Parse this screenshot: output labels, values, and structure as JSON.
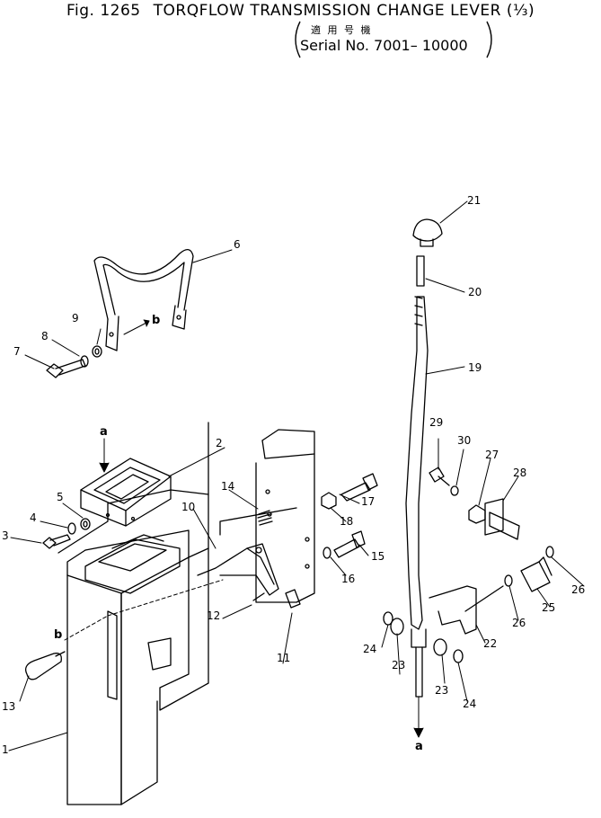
{
  "header": {
    "fig_no": "Fig. 1265",
    "title": "TORQFLOW TRANSMISSION CHANGE LEVER (⅓)",
    "applicable_label": "適 用 号 機",
    "serial": "Serial No. 7001– 10000"
  },
  "callouts": [
    {
      "id": "c1",
      "text": "1"
    },
    {
      "id": "c2",
      "text": "2"
    },
    {
      "id": "c3",
      "text": "3"
    },
    {
      "id": "c4",
      "text": "4"
    },
    {
      "id": "c5",
      "text": "5"
    },
    {
      "id": "c6",
      "text": "6"
    },
    {
      "id": "c7",
      "text": "7"
    },
    {
      "id": "c8",
      "text": "8"
    },
    {
      "id": "c9",
      "text": "9"
    },
    {
      "id": "c10",
      "text": "10"
    },
    {
      "id": "c11",
      "text": "11"
    },
    {
      "id": "c12",
      "text": "12"
    },
    {
      "id": "c13",
      "text": "13"
    },
    {
      "id": "c14",
      "text": "14"
    },
    {
      "id": "c15",
      "text": "15"
    },
    {
      "id": "c16",
      "text": "16"
    },
    {
      "id": "c17",
      "text": "17"
    },
    {
      "id": "c18",
      "text": "18"
    },
    {
      "id": "c19",
      "text": "19"
    },
    {
      "id": "c20",
      "text": "20"
    },
    {
      "id": "c21",
      "text": "21"
    },
    {
      "id": "c22",
      "text": "22"
    },
    {
      "id": "c23a",
      "text": "23"
    },
    {
      "id": "c23b",
      "text": "23"
    },
    {
      "id": "c24a",
      "text": "24"
    },
    {
      "id": "c24b",
      "text": "24"
    },
    {
      "id": "c25",
      "text": "25"
    },
    {
      "id": "c26a",
      "text": "26"
    },
    {
      "id": "c26b",
      "text": "26"
    },
    {
      "id": "c27",
      "text": "27"
    },
    {
      "id": "c28",
      "text": "28"
    },
    {
      "id": "c29",
      "text": "29"
    },
    {
      "id": "c30",
      "text": "30"
    }
  ],
  "refs": {
    "a_top": "a",
    "a_bottom": "a",
    "b_left": "b",
    "b_right": "b"
  },
  "colors": {
    "ink": "#000000",
    "paper": "#ffffff"
  }
}
